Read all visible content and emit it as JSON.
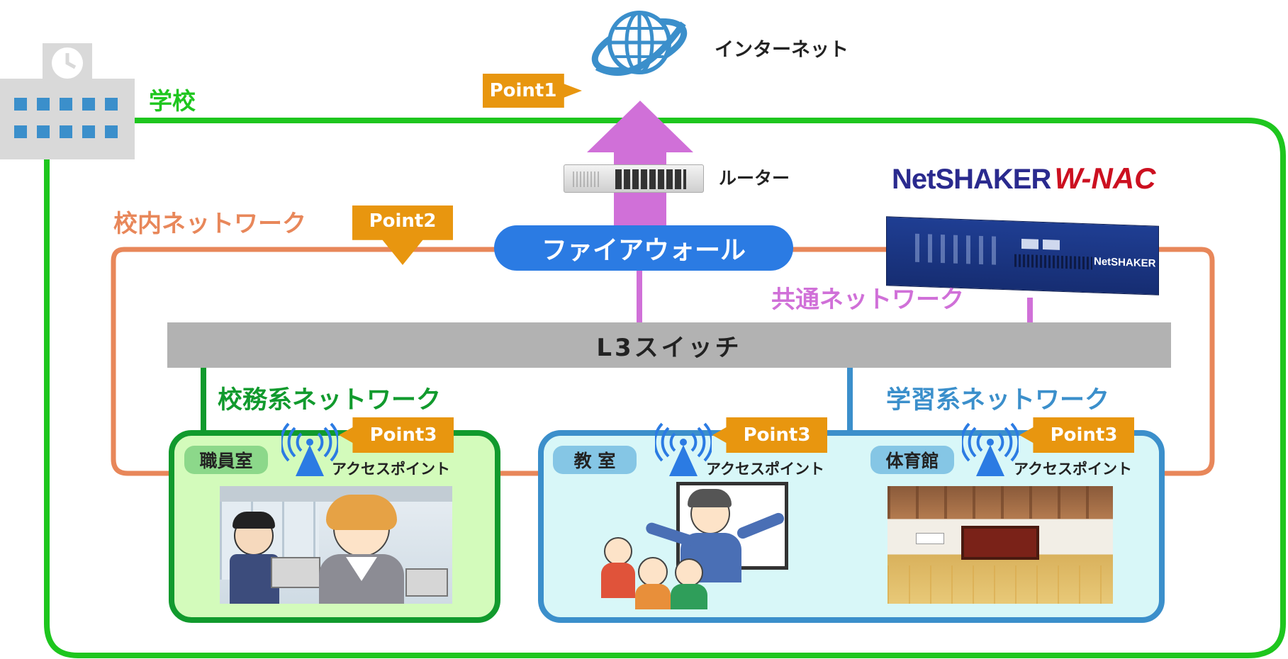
{
  "internet": {
    "label": "インターネット",
    "icon": "globe-icon"
  },
  "school": {
    "label": "学校",
    "icon": "school-building-icon"
  },
  "points": {
    "p1": "Point1",
    "p2": "Point2",
    "p3": "Point3"
  },
  "router": {
    "label": "ルーター"
  },
  "firewall": {
    "label": "ファイアウォール"
  },
  "product": {
    "brand": "NetSHAKER",
    "suffix": "W-NAC",
    "device_label": "NetSHAKER"
  },
  "networks": {
    "campus": "校内ネットワーク",
    "common": "共通ネットワーク",
    "admin": "校務系ネットワーク",
    "learning": "学習系ネットワーク"
  },
  "l3switch": {
    "label": "L3スイッチ"
  },
  "rooms": {
    "staff": "職員室",
    "classroom": "教 室",
    "gym": "体育館"
  },
  "access_point": {
    "label": "アクセスポイント",
    "icon": "wifi-antenna-icon"
  },
  "colors": {
    "school_border": "#1ec61e",
    "campus_line": "#e8875a",
    "common_line": "#d070d8",
    "admin_line": "#119a2d",
    "learning_line": "#3b8fcb",
    "point_badge": "#e8960f",
    "firewall": "#2b7be3",
    "switch": "#b2b2b2"
  }
}
